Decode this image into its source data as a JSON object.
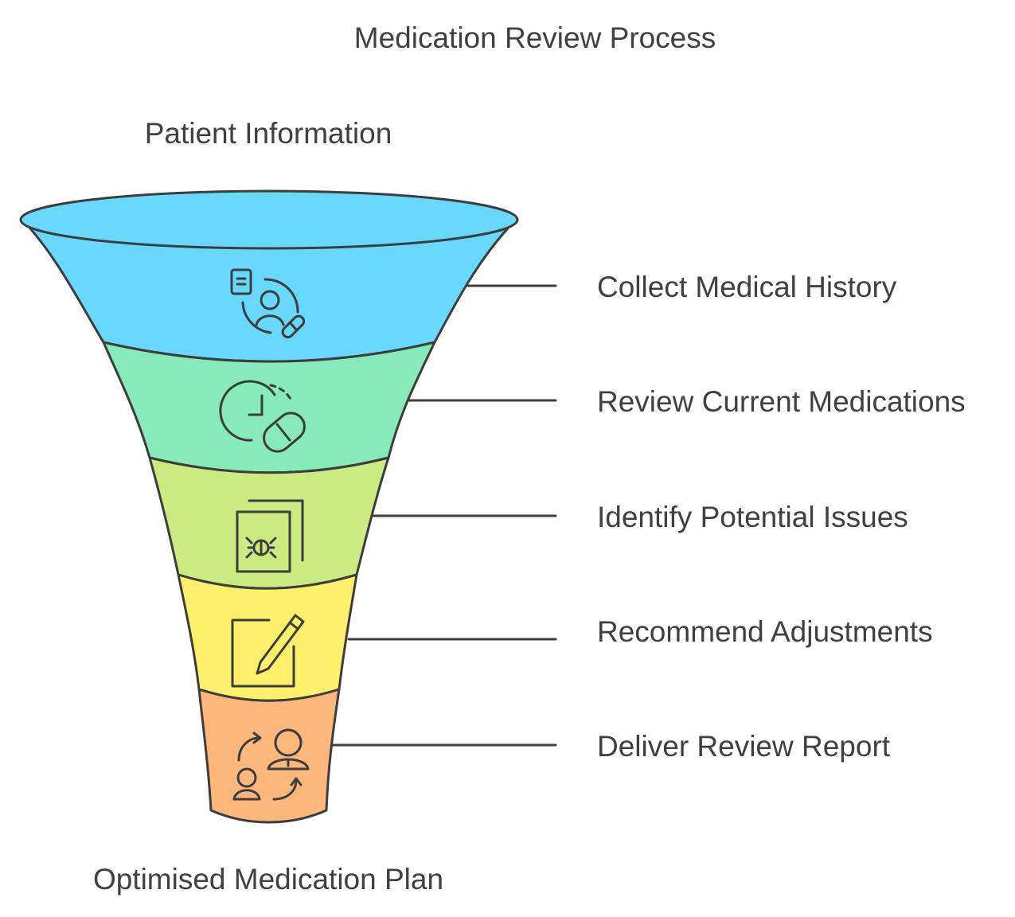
{
  "title": "Medication Review Process",
  "input_label": "Patient Information",
  "output_label": "Optimised Medication Plan",
  "stages": [
    {
      "label": "Collect Medical History",
      "color": "#68d8fd",
      "icon": "patient-history-pill-icon"
    },
    {
      "label": "Review Current Medications",
      "color": "#86ebb8",
      "icon": "clock-pill-icon"
    },
    {
      "label": "Identify Potential Issues",
      "color": "#cbeb81",
      "icon": "document-bug-icon"
    },
    {
      "label": "Recommend Adjustments",
      "color": "#fdf06a",
      "icon": "edit-note-icon"
    },
    {
      "label": "Deliver Review Report",
      "color": "#ffb77b",
      "icon": "people-exchange-icon"
    }
  ]
}
